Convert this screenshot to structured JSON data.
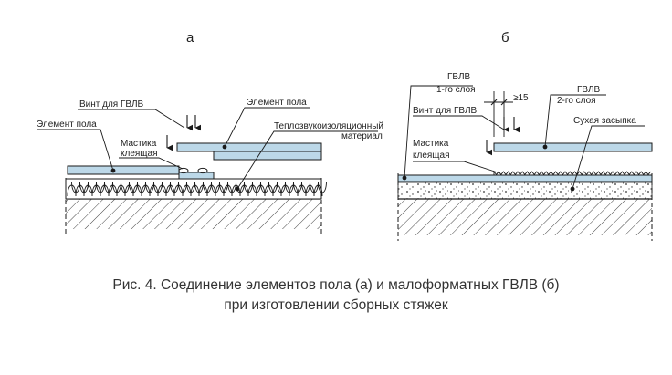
{
  "figure_a": {
    "sublabel": "а",
    "screw_label": "Винт для ГВЛВ",
    "floor_element_right": "Элемент пола",
    "floor_element_left": "Элемент пола",
    "mastic_line1": "Мастика",
    "mastic_line2": "клеящая",
    "insulation_line1": "Теплозвукоизоляционный",
    "insulation_line2": "материал"
  },
  "figure_b": {
    "sublabel": "б",
    "gvlv_layer1_line1": "ГВЛВ",
    "gvlv_layer1_line2": "1-го слоя",
    "dimension": "≥15",
    "gvlv_layer2_line1": "ГВЛВ",
    "gvlv_layer2_line2": "2-го слоя",
    "screw_label": "Винт для ГВЛВ",
    "dry_fill": "Сухая засыпка",
    "mastic_line1": "Мастика",
    "mastic_line2": "клеящая"
  },
  "caption": {
    "line1": "Рис. 4. Соединение элементов пола (а) и малоформатных ГВЛВ (б)",
    "line2": "при изготовлении сборных стяжек"
  },
  "colors": {
    "panel_fill": "#bcd8e8",
    "line": "#1a1a1a"
  }
}
